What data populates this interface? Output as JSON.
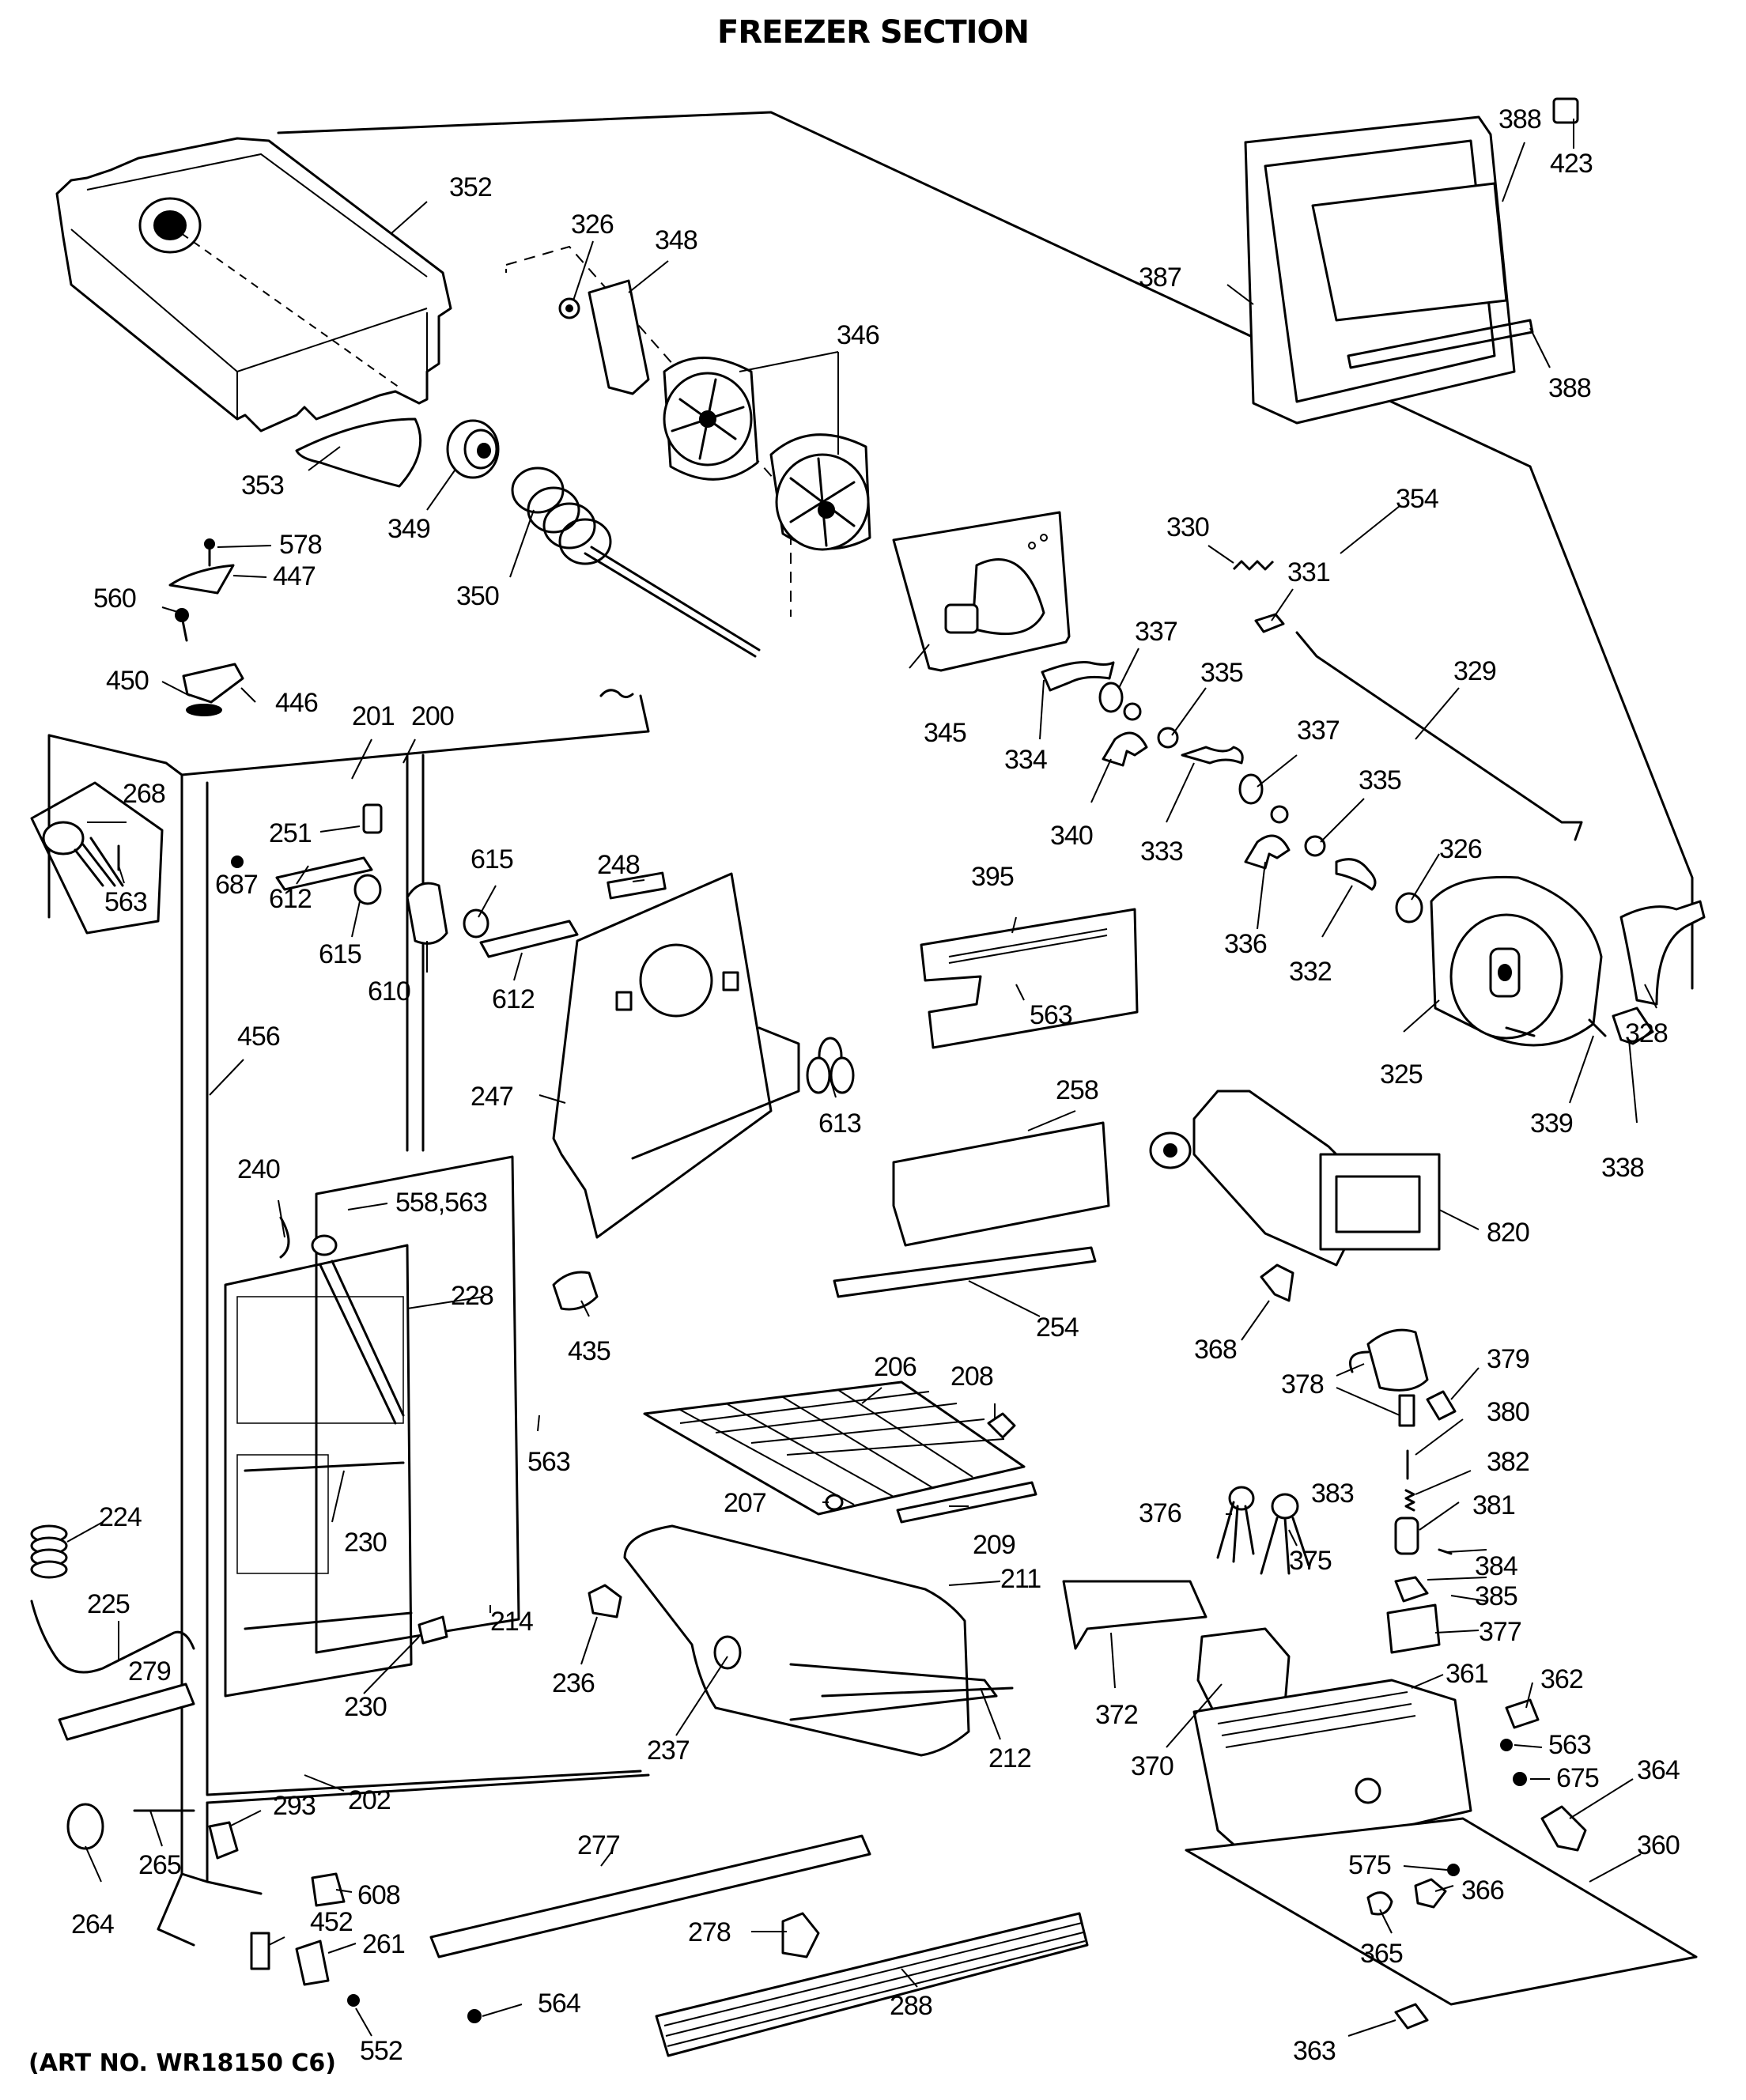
{
  "diagram": {
    "title": "FREEZER SECTION",
    "art_number": "(ART NO. WR18150 C6)",
    "callouts": [
      {
        "id": "352",
        "text": "352"
      },
      {
        "id": "326a",
        "text": "326"
      },
      {
        "id": "348",
        "text": "348"
      },
      {
        "id": "346",
        "text": "346"
      },
      {
        "id": "353",
        "text": "353"
      },
      {
        "id": "349",
        "text": "349"
      },
      {
        "id": "350",
        "text": "350"
      },
      {
        "id": "578",
        "text": "578"
      },
      {
        "id": "447",
        "text": "447"
      },
      {
        "id": "560",
        "text": "560"
      },
      {
        "id": "450",
        "text": "450"
      },
      {
        "id": "446",
        "text": "446"
      },
      {
        "id": "388a",
        "text": "388"
      },
      {
        "id": "423",
        "text": "423"
      },
      {
        "id": "387",
        "text": "387"
      },
      {
        "id": "388b",
        "text": "388"
      },
      {
        "id": "354",
        "text": "354"
      },
      {
        "id": "330",
        "text": "330"
      },
      {
        "id": "331",
        "text": "331"
      },
      {
        "id": "329",
        "text": "329"
      },
      {
        "id": "337a",
        "text": "337"
      },
      {
        "id": "335a",
        "text": "335"
      },
      {
        "id": "345",
        "text": "345"
      },
      {
        "id": "334",
        "text": "334"
      },
      {
        "id": "340",
        "text": "340"
      },
      {
        "id": "333",
        "text": "333"
      },
      {
        "id": "337b",
        "text": "337"
      },
      {
        "id": "335b",
        "text": "335"
      },
      {
        "id": "326b",
        "text": "326"
      },
      {
        "id": "336",
        "text": "336"
      },
      {
        "id": "332",
        "text": "332"
      },
      {
        "id": "325",
        "text": "325"
      },
      {
        "id": "328",
        "text": "328"
      },
      {
        "id": "339",
        "text": "339"
      },
      {
        "id": "338",
        "text": "338"
      },
      {
        "id": "201",
        "text": "201"
      },
      {
        "id": "200",
        "text": "200"
      },
      {
        "id": "268",
        "text": "268"
      },
      {
        "id": "563a",
        "text": "563"
      },
      {
        "id": "251",
        "text": "251"
      },
      {
        "id": "687",
        "text": "687"
      },
      {
        "id": "612a",
        "text": "612"
      },
      {
        "id": "615a",
        "text": "615"
      },
      {
        "id": "615b",
        "text": "615"
      },
      {
        "id": "610",
        "text": "610"
      },
      {
        "id": "612b",
        "text": "612"
      },
      {
        "id": "248",
        "text": "248"
      },
      {
        "id": "395",
        "text": "395"
      },
      {
        "id": "563b",
        "text": "563"
      },
      {
        "id": "456",
        "text": "456"
      },
      {
        "id": "247",
        "text": "247"
      },
      {
        "id": "613",
        "text": "613"
      },
      {
        "id": "258",
        "text": "258"
      },
      {
        "id": "820",
        "text": "820"
      },
      {
        "id": "240",
        "text": "240"
      },
      {
        "id": "558563",
        "text": "558,563"
      },
      {
        "id": "228",
        "text": "228"
      },
      {
        "id": "435",
        "text": "435"
      },
      {
        "id": "254",
        "text": "254"
      },
      {
        "id": "368",
        "text": "368"
      },
      {
        "id": "206",
        "text": "206"
      },
      {
        "id": "208",
        "text": "208"
      },
      {
        "id": "378",
        "text": "378"
      },
      {
        "id": "379",
        "text": "379"
      },
      {
        "id": "380",
        "text": "380"
      },
      {
        "id": "563c",
        "text": "563"
      },
      {
        "id": "382",
        "text": "382"
      },
      {
        "id": "224",
        "text": "224"
      },
      {
        "id": "207",
        "text": "207"
      },
      {
        "id": "209",
        "text": "209"
      },
      {
        "id": "376",
        "text": "376"
      },
      {
        "id": "383",
        "text": "383"
      },
      {
        "id": "381",
        "text": "381"
      },
      {
        "id": "230a",
        "text": "230"
      },
      {
        "id": "375",
        "text": "375"
      },
      {
        "id": "384",
        "text": "384"
      },
      {
        "id": "225",
        "text": "225"
      },
      {
        "id": "211",
        "text": "211"
      },
      {
        "id": "385",
        "text": "385"
      },
      {
        "id": "279",
        "text": "279"
      },
      {
        "id": "214",
        "text": "214"
      },
      {
        "id": "377",
        "text": "377"
      },
      {
        "id": "236",
        "text": "236"
      },
      {
        "id": "361",
        "text": "361"
      },
      {
        "id": "230b",
        "text": "230"
      },
      {
        "id": "372",
        "text": "372"
      },
      {
        "id": "362",
        "text": "362"
      },
      {
        "id": "563d",
        "text": "563"
      },
      {
        "id": "237",
        "text": "237"
      },
      {
        "id": "212",
        "text": "212"
      },
      {
        "id": "370",
        "text": "370"
      },
      {
        "id": "202",
        "text": "202"
      },
      {
        "id": "675",
        "text": "675"
      },
      {
        "id": "364",
        "text": "364"
      },
      {
        "id": "293",
        "text": "293"
      },
      {
        "id": "277",
        "text": "277"
      },
      {
        "id": "360",
        "text": "360"
      },
      {
        "id": "265",
        "text": "265"
      },
      {
        "id": "575",
        "text": "575"
      },
      {
        "id": "608",
        "text": "608"
      },
      {
        "id": "366",
        "text": "366"
      },
      {
        "id": "264",
        "text": "264"
      },
      {
        "id": "452",
        "text": "452"
      },
      {
        "id": "261",
        "text": "261"
      },
      {
        "id": "278",
        "text": "278"
      },
      {
        "id": "365",
        "text": "365"
      },
      {
        "id": "564",
        "text": "564"
      },
      {
        "id": "288",
        "text": "288"
      },
      {
        "id": "552",
        "text": "552"
      },
      {
        "id": "363",
        "text": "363"
      }
    ]
  }
}
